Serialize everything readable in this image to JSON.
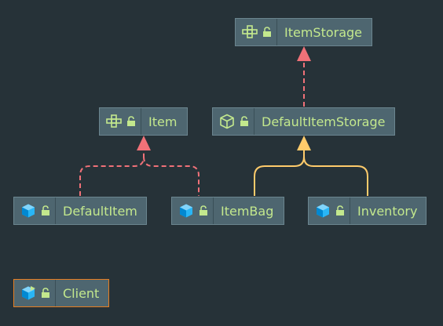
{
  "nodes": {
    "item_storage": {
      "label": "ItemStorage",
      "kind": "interface"
    },
    "item": {
      "label": "Item",
      "kind": "interface"
    },
    "default_item_storage": {
      "label": "DefaultItemStorage",
      "kind": "abstract-class"
    },
    "default_item": {
      "label": "DefaultItem",
      "kind": "class"
    },
    "item_bag": {
      "label": "ItemBag",
      "kind": "class"
    },
    "inventory": {
      "label": "Inventory",
      "kind": "class"
    },
    "client": {
      "label": "Client",
      "kind": "class",
      "selected": true
    }
  },
  "edges": [
    {
      "from": "DefaultItemStorage",
      "to": "ItemStorage",
      "type": "implements"
    },
    {
      "from": "DefaultItem",
      "to": "Item",
      "type": "implements"
    },
    {
      "from": "ItemBag",
      "to": "Item",
      "type": "implements"
    },
    {
      "from": "ItemBag",
      "to": "DefaultItemStorage",
      "type": "extends"
    },
    {
      "from": "Inventory",
      "to": "DefaultItemStorage",
      "type": "extends"
    }
  ],
  "colors": {
    "background": "#263238",
    "node_fill": "#4e6670",
    "label_text": "#c3e88d",
    "implements_edge": "#f07178",
    "extends_edge": "#ffcb6b",
    "class_icon": "#29b6f6",
    "selection_border": "#e67e22"
  }
}
